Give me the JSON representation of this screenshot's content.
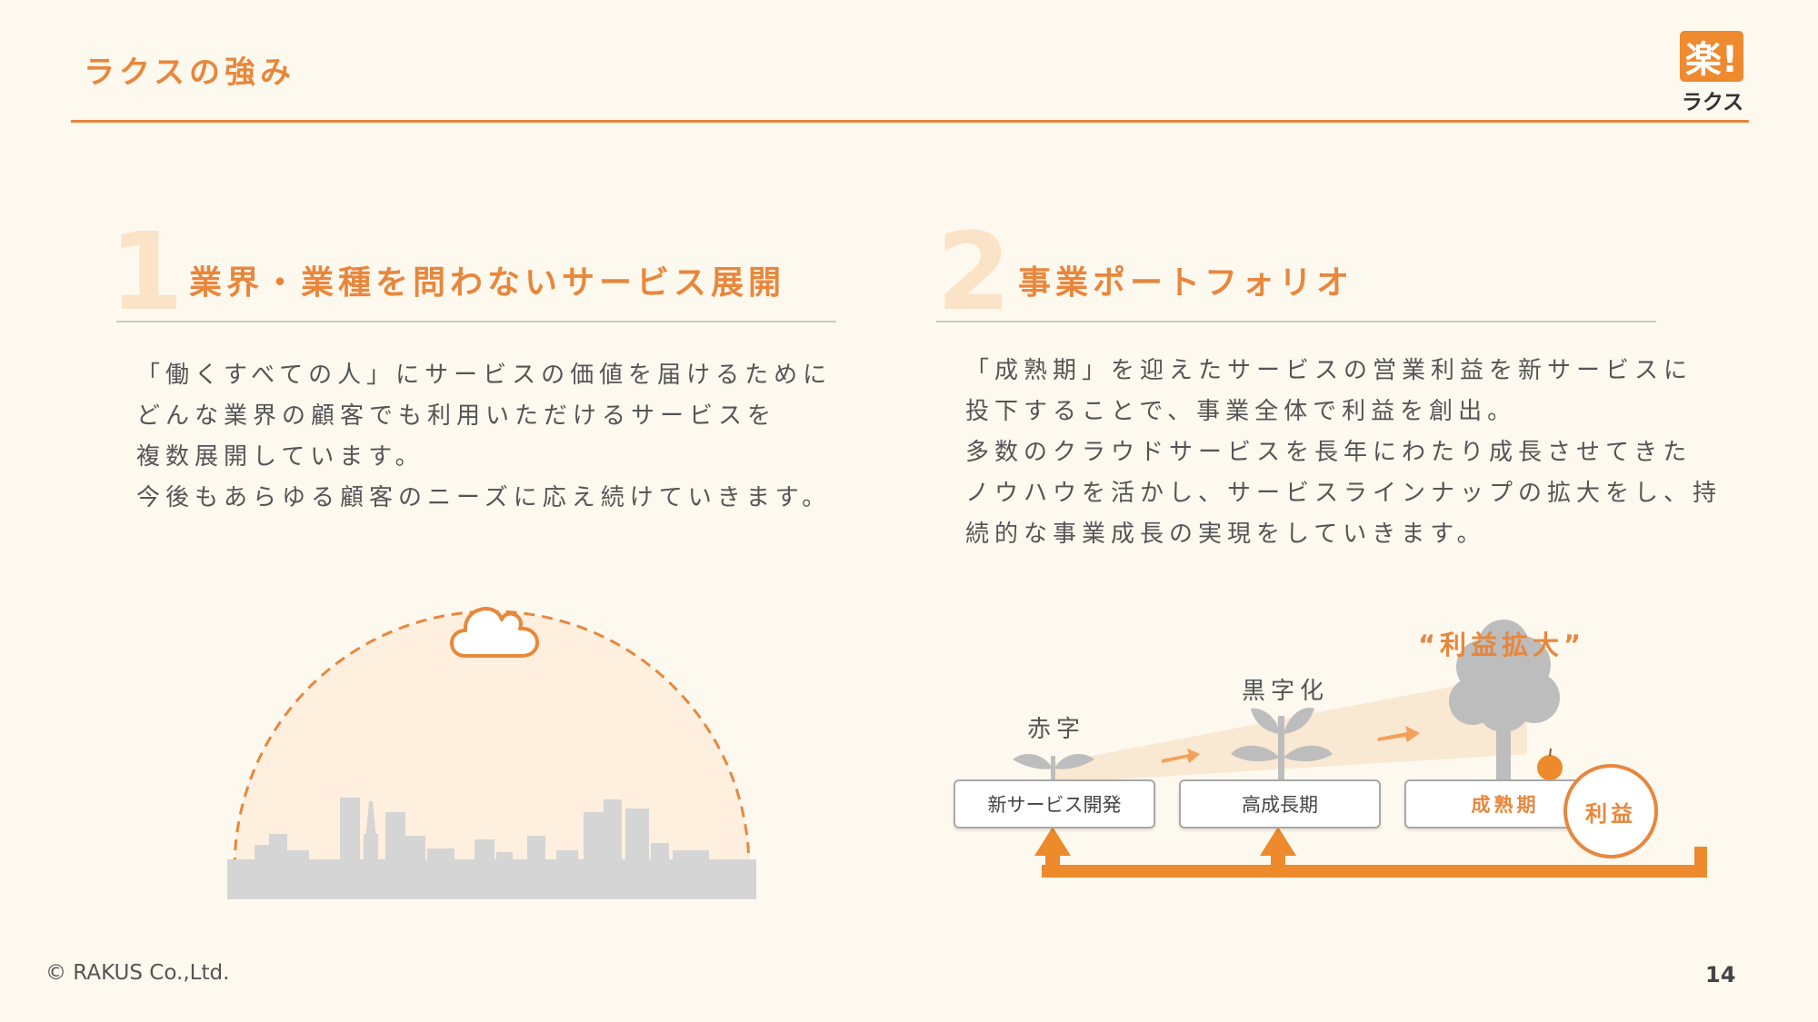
{
  "header": {
    "title": "ラクスの強み",
    "logo_mark": "楽!",
    "logo_text": "ラクス"
  },
  "sections": [
    {
      "number": "1",
      "heading": "業界・業種を問わないサービス展開",
      "body": [
        "「働くすべての人」にサービスの価値を届けるために",
        "どんな業界の顧客でも利用いただけるサービスを",
        "複数展開しています。",
        "今後もあらゆる顧客のニーズに応え続けていきます。"
      ],
      "illustration": "cloud-over-city-skyline"
    },
    {
      "number": "2",
      "heading": "事業ポートフォリオ",
      "body": [
        "「成熟期」を迎えたサービスの営業利益を新サービスに",
        "投下することで、事業全体で利益を創出。",
        "多数のクラウドサービスを長年にわたり成長させてきた",
        "ノウハウを活かし、サービスラインナップの拡大をし、持",
        "続的な事業成長の実現をしていきます。"
      ]
    }
  ],
  "portfolio": {
    "stages": [
      {
        "label": "新サービス開発",
        "caption": "赤字",
        "icon": "seedling-icon"
      },
      {
        "label": "高成長期",
        "caption": "黒字化",
        "icon": "sprout-icon"
      },
      {
        "label": "成熟期",
        "caption": "",
        "icon": "tree-icon"
      }
    ],
    "profit_expansion": "“利益拡大”",
    "profit": "利益"
  },
  "footer": {
    "copyright": "© RAKUS Co.,Ltd.",
    "page": "14"
  },
  "colors": {
    "accent": "#e8873c",
    "background": "#fef9ef",
    "gray": "#c8c8c8"
  }
}
